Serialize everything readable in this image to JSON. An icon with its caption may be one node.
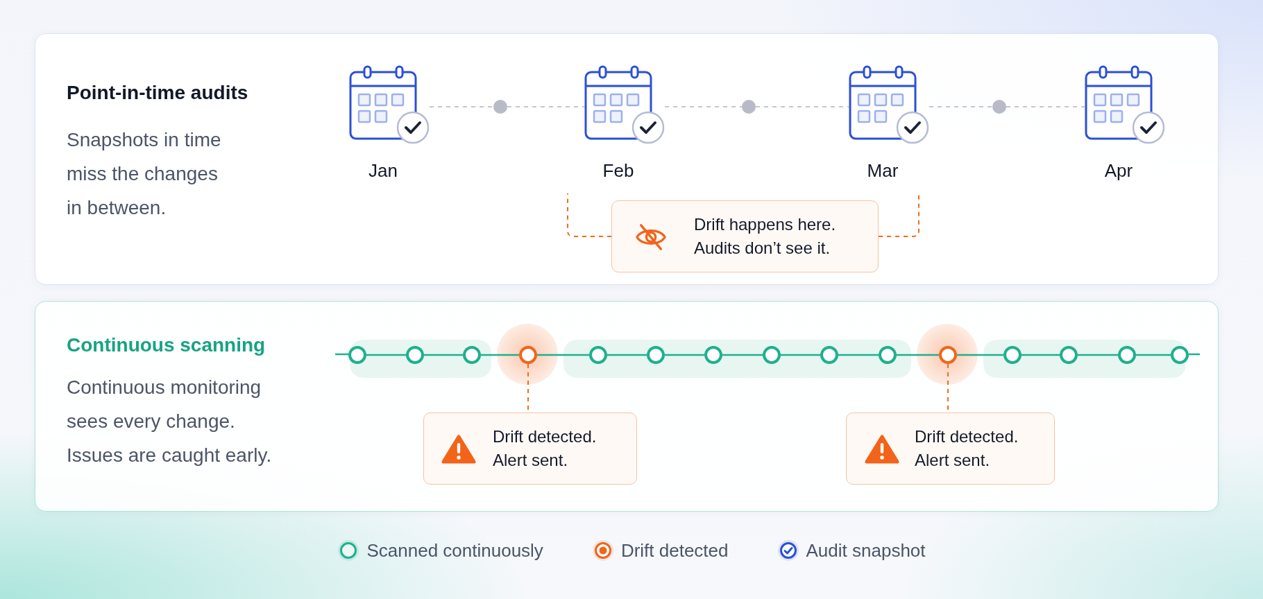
{
  "diagram": {
    "nodes": [
      {
        "text": [
          "Point-in-time audits",
          "Snapshots in time miss the changes in between."
        ]
      },
      {
        "text": [
          "Jan"
        ],
        "in": 0
      },
      {
        "text": [],
        "shape": "circle",
        "in": 0
      },
      {
        "text": [
          "Feb"
        ],
        "in": 0
      },
      {
        "text": [],
        "shape": "circle",
        "in": 0
      },
      {
        "text": [
          "Mar"
        ],
        "in": 0
      },
      {
        "text": [],
        "shape": "circle",
        "in": 0
      },
      {
        "text": [
          "Apr"
        ],
        "in": 0
      },
      {
        "text": [
          "Drift happens here. Audits don’t see it."
        ],
        "in": 0
      },
      {
        "text": [
          "Continuous scanning",
          "Continuous monitoring sees every change. Issues are caught early."
        ]
      },
      {
        "text": [],
        "shape": "circle",
        "in": 9
      },
      {
        "text": [],
        "shape": "circle",
        "in": 9
      },
      {
        "text": [],
        "shape": "circle",
        "in": 9
      },
      {
        "text": [],
        "shape": "circle",
        "in": 9
      },
      {
        "text": [],
        "shape": "circle",
        "in": 9
      },
      {
        "text": [],
        "shape": "circle",
        "in": 9
      },
      {
        "text": [],
        "shape": "circle",
        "in": 9
      },
      {
        "text": [],
        "shape": "circle",
        "in": 9
      },
      {
        "text": [],
        "shape": "circle",
        "in": 9
      },
      {
        "text": [],
        "shape": "circle",
        "in": 9
      },
      {
        "text": [],
        "shape": "circle",
        "in": 9
      },
      {
        "text": [],
        "shape": "circle",
        "in": 9
      },
      {
        "text": [],
        "shape": "circle",
        "in": 9
      },
      {
        "text": [],
        "shape": "circle",
        "in": 9
      },
      {
        "text": [],
        "shape": "circle",
        "in": 9
      },
      {
        "text": [
          "Drift detected. Alert sent."
        ],
        "in": 9
      },
      {
        "text": [
          "Drift detected. Alert sent."
        ],
        "in": 9
      }
    ],
    "edges": [
      {
        "from": 1,
        "to": 2,
        "arrow": "none",
        "style": "dashed",
        "color": "#c3c7d3"
      },
      {
        "from": 2,
        "to": 3,
        "arrow": "none",
        "style": "dashed",
        "color": "#c3c7d3"
      },
      {
        "from": 3,
        "to": 4,
        "arrow": "none",
        "style": "dashed",
        "color": "#c3c7d3"
      },
      {
        "from": 4,
        "to": 5,
        "arrow": "none",
        "style": "dashed",
        "color": "#c3c7d3"
      },
      {
        "from": 5,
        "to": 6,
        "arrow": "none",
        "style": "dashed",
        "color": "#c3c7d3"
      },
      {
        "from": 6,
        "to": 7,
        "arrow": "none",
        "style": "dashed",
        "color": "#c3c7d3"
      },
      {
        "from": 8,
        "to": null,
        "arrow": "none",
        "style": "dashed",
        "color": "#f26b1d"
      },
      {
        "from": 8,
        "to": null,
        "arrow": "none",
        "style": "dashed",
        "color": "#f26b1d"
      },
      {
        "from": null,
        "to": 10,
        "arrow": "none"
      },
      {
        "from": 10,
        "to": 11,
        "arrow": "none"
      },
      {
        "from": 11,
        "to": 12,
        "arrow": "none"
      },
      {
        "from": 12,
        "to": 13,
        "arrow": "none"
      },
      {
        "from": 13,
        "to": 14,
        "arrow": "none"
      },
      {
        "from": 14,
        "to": 15,
        "arrow": "none"
      },
      {
        "from": 15,
        "to": 16,
        "arrow": "none"
      },
      {
        "from": 16,
        "to": 17,
        "arrow": "none"
      },
      {
        "from": 17,
        "to": 18,
        "arrow": "none"
      },
      {
        "from": 18,
        "to": 19,
        "arrow": "none"
      },
      {
        "from": 19,
        "to": 20,
        "arrow": "none"
      },
      {
        "from": 20,
        "to": 21,
        "arrow": "none"
      },
      {
        "from": 21,
        "to": 22,
        "arrow": "none"
      },
      {
        "from": 22,
        "to": 23,
        "arrow": "none"
      },
      {
        "from": 23,
        "to": 24,
        "arrow": "none"
      },
      {
        "from": 24,
        "to": null,
        "arrow": "none"
      },
      {
        "from": 13,
        "to": 25,
        "arrow": "none",
        "style": "dashed",
        "color": "#f26b1d"
      },
      {
        "from": 20,
        "to": 26,
        "arrow": "none",
        "style": "dashed",
        "color": "#f26b1d"
      }
    ],
    "legend": [
      {
        "text": "Scanned continuously"
      },
      {
        "text": "Drift detected"
      },
      {
        "text": "Audit snapshot"
      }
    ]
  }
}
